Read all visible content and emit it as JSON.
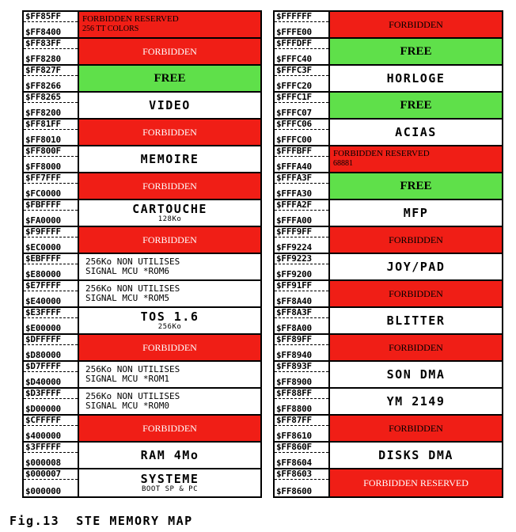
{
  "colors": {
    "forbidden": "#f01e16",
    "free": "#5fe04a",
    "plain": "#ffffff"
  },
  "left_column": [
    {
      "addr_hi": "$FF85FF",
      "addr_lo": "$FF8400",
      "type": "reserved",
      "label": "FORBIDDEN RESERVED",
      "sub": "256 TT COLORS"
    },
    {
      "addr_hi": "$FF83FF",
      "addr_lo": "$FF8280",
      "type": "forbidden",
      "label": "FORBIDDEN",
      "sub": ""
    },
    {
      "addr_hi": "$FF827F",
      "addr_lo": "$FF8266",
      "type": "free",
      "label": "FREE",
      "sub": ""
    },
    {
      "addr_hi": "$FF8265",
      "addr_lo": "$FF8200",
      "type": "plain",
      "label": "VIDEO",
      "sub": ""
    },
    {
      "addr_hi": "$FF81FF",
      "addr_lo": "$FF8010",
      "type": "forbidden",
      "label": "FORBIDDEN",
      "sub": ""
    },
    {
      "addr_hi": "$FF800F",
      "addr_lo": "$FF8000",
      "type": "plain",
      "label": "MEMOIRE",
      "sub": ""
    },
    {
      "addr_hi": "$FF7FFF",
      "addr_lo": "$FC0000",
      "type": "forbidden",
      "label": "FORBIDDEN",
      "sub": ""
    },
    {
      "addr_hi": "$FBFFFF",
      "addr_lo": "$FA0000",
      "type": "plain",
      "label": "CARTOUCHE",
      "sub": "128Ko"
    },
    {
      "addr_hi": "$F9FFFF",
      "addr_lo": "$EC0000",
      "type": "forbidden",
      "label": "FORBIDDEN",
      "sub": ""
    },
    {
      "addr_hi": "$EBFFFF",
      "addr_lo": "$E80000",
      "type": "mono2",
      "label": "256Ko NON UTILISES",
      "sub": "SIGNAL MCU *ROM6"
    },
    {
      "addr_hi": "$E7FFFF",
      "addr_lo": "$E40000",
      "type": "mono2",
      "label": "256Ko NON UTILISES",
      "sub": "SIGNAL MCU *ROM5"
    },
    {
      "addr_hi": "$E3FFFF",
      "addr_lo": "$E00000",
      "type": "plain",
      "label": "TOS 1.6",
      "sub": "256Ko"
    },
    {
      "addr_hi": "$DFFFFF",
      "addr_lo": "$D80000",
      "type": "forbidden",
      "label": "FORBIDDEN",
      "sub": ""
    },
    {
      "addr_hi": "$D7FFFF",
      "addr_lo": "$D40000",
      "type": "mono2",
      "label": "256Ko NON UTILISES",
      "sub": "SIGNAL MCU *ROM1"
    },
    {
      "addr_hi": "$D3FFFF",
      "addr_lo": "$D00000",
      "type": "mono2",
      "label": "256Ko NON UTILISES",
      "sub": "SIGNAL MCU *ROM0"
    },
    {
      "addr_hi": "$CFFFFF",
      "addr_lo": "$400000",
      "type": "forbidden",
      "label": "FORBIDDEN",
      "sub": ""
    },
    {
      "addr_hi": "$3FFFFF",
      "addr_lo": "$000008",
      "type": "plain",
      "label": "RAM 4Mo",
      "sub": ""
    },
    {
      "addr_hi": "$000007",
      "addr_lo": "$000000",
      "type": "plain",
      "label": "SYSTEME",
      "sub": "BOOT SP & PC"
    }
  ],
  "right_column": [
    {
      "addr_hi": "$FFFFFF",
      "addr_lo": "$FFFE00",
      "type": "forbidden-dark",
      "label": "FORBIDDEN",
      "sub": ""
    },
    {
      "addr_hi": "$FFFDFF",
      "addr_lo": "$FFFC40",
      "type": "free",
      "label": "FREE",
      "sub": ""
    },
    {
      "addr_hi": "$FFFC3F",
      "addr_lo": "$FFFC20",
      "type": "plain",
      "label": "HORLOGE",
      "sub": ""
    },
    {
      "addr_hi": "$FFFC1F",
      "addr_lo": "$FFFC07",
      "type": "free",
      "label": "FREE",
      "sub": ""
    },
    {
      "addr_hi": "$FFFC06",
      "addr_lo": "$FFFC00",
      "type": "plain",
      "label": "ACIAS",
      "sub": ""
    },
    {
      "addr_hi": "$FFFBFF",
      "addr_lo": "$FFFA40",
      "type": "reserved",
      "label": "FORBIDDEN RESERVED",
      "sub": "68881"
    },
    {
      "addr_hi": "$FFFA3F",
      "addr_lo": "$FFFA30",
      "type": "free",
      "label": "FREE",
      "sub": ""
    },
    {
      "addr_hi": "$FFFA2F",
      "addr_lo": "$FFFA00",
      "type": "plain",
      "label": "MFP",
      "sub": ""
    },
    {
      "addr_hi": "$FFF9FF",
      "addr_lo": "$FF9224",
      "type": "forbidden-dark",
      "label": "FORBIDDEN",
      "sub": ""
    },
    {
      "addr_hi": "$FF9223",
      "addr_lo": "$FF9200",
      "type": "plain",
      "label": "JOY/PAD",
      "sub": ""
    },
    {
      "addr_hi": "$FF91FF",
      "addr_lo": "$FF8A40",
      "type": "forbidden-dark",
      "label": "FORBIDDEN",
      "sub": ""
    },
    {
      "addr_hi": "$FF8A3F",
      "addr_lo": "$FF8A00",
      "type": "plain",
      "label": "BLITTER",
      "sub": ""
    },
    {
      "addr_hi": "$FF89FF",
      "addr_lo": "$FF8940",
      "type": "forbidden-dark",
      "label": "FORBIDDEN",
      "sub": ""
    },
    {
      "addr_hi": "$FF893F",
      "addr_lo": "$FF8900",
      "type": "plain",
      "label": "SON DMA",
      "sub": ""
    },
    {
      "addr_hi": "$FF88FF",
      "addr_lo": "$FF8800",
      "type": "plain",
      "label": "YM 2149",
      "sub": ""
    },
    {
      "addr_hi": "$FF87FF",
      "addr_lo": "$FF8610",
      "type": "forbidden-dark",
      "label": "FORBIDDEN",
      "sub": ""
    },
    {
      "addr_hi": "$FF860F",
      "addr_lo": "$FF8604",
      "type": "plain",
      "label": "DISKS DMA",
      "sub": ""
    },
    {
      "addr_hi": "$FF8603",
      "addr_lo": "$FF8600",
      "type": "forbidden",
      "label": "FORBIDDEN RESERVED",
      "sub": ""
    }
  ],
  "caption": {
    "fig": "Fig.13",
    "title": "STE MEMORY MAP"
  }
}
